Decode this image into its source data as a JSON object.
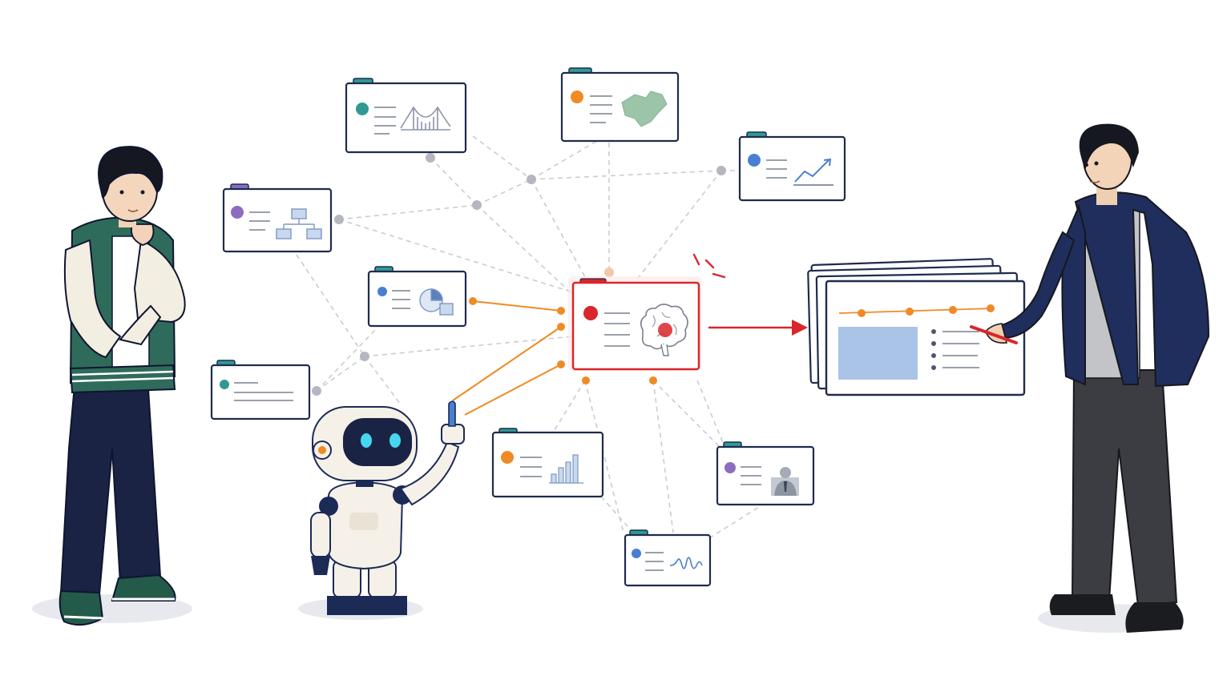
{
  "colors": {
    "background": "#ffffff",
    "card_border": "#1f2b4d",
    "card_fill": "#ffffff",
    "line_gray": "#c9ccd3",
    "node_gray": "#b4b7bf",
    "text_lines": "#9aa0ab",
    "accent_orange": "#f08a24",
    "accent_red": "#d9262a",
    "teal": "#2f9a93",
    "purple": "#8c6cc0",
    "blue": "#4a7fd0",
    "map_green": "#9cc4a8",
    "image_blue": "#a9c4e6",
    "navy": "#1c2a56"
  },
  "diagram": {
    "cards": [
      {
        "id": "bridge-card",
        "tab": "#2f9a93",
        "dot": "#2f9a93",
        "icon": "bridge-icon"
      },
      {
        "id": "map-card",
        "tab": "#2f9a93",
        "dot": "#f08a24",
        "icon": "map-icon"
      },
      {
        "id": "trend-card",
        "tab": "#2f9a93",
        "dot": "#4a7fd0",
        "icon": "trend-chart-icon"
      },
      {
        "id": "org-card",
        "tab": "#8c6cc0",
        "dot": "#8c6cc0",
        "icon": "flowchart-icon"
      },
      {
        "id": "pie-card",
        "tab": "#2f9a93",
        "dot": "#4a7fd0",
        "icon": "pie-chart-icon"
      },
      {
        "id": "text-card",
        "tab": "#2f9a93",
        "dot": "#2f9a93",
        "icon": "text-lines-icon"
      },
      {
        "id": "bar-card",
        "tab": "#2f9a93",
        "dot": "#f08a24",
        "icon": "bar-chart-icon"
      },
      {
        "id": "person-card",
        "tab": "#2f9a93",
        "dot": "#8c6cc0",
        "icon": "person-icon"
      },
      {
        "id": "wave-card",
        "tab": "#2f9a93",
        "dot": "#4a7fd0",
        "icon": "waveform-icon"
      },
      {
        "id": "brain-card",
        "tab": "#d9262a",
        "dot": "#d9262a",
        "icon": "brain-icon",
        "highlighted": true
      },
      {
        "id": "output-card-stack",
        "tab": "#2f9a93",
        "icon": "timeline-slide-icon"
      }
    ],
    "figures": [
      {
        "id": "thinking-student",
        "icon": "student-figure-icon"
      },
      {
        "id": "pointing-robot",
        "icon": "robot-figure-icon"
      },
      {
        "id": "presenting-man",
        "icon": "presenter-figure-icon"
      }
    ]
  }
}
